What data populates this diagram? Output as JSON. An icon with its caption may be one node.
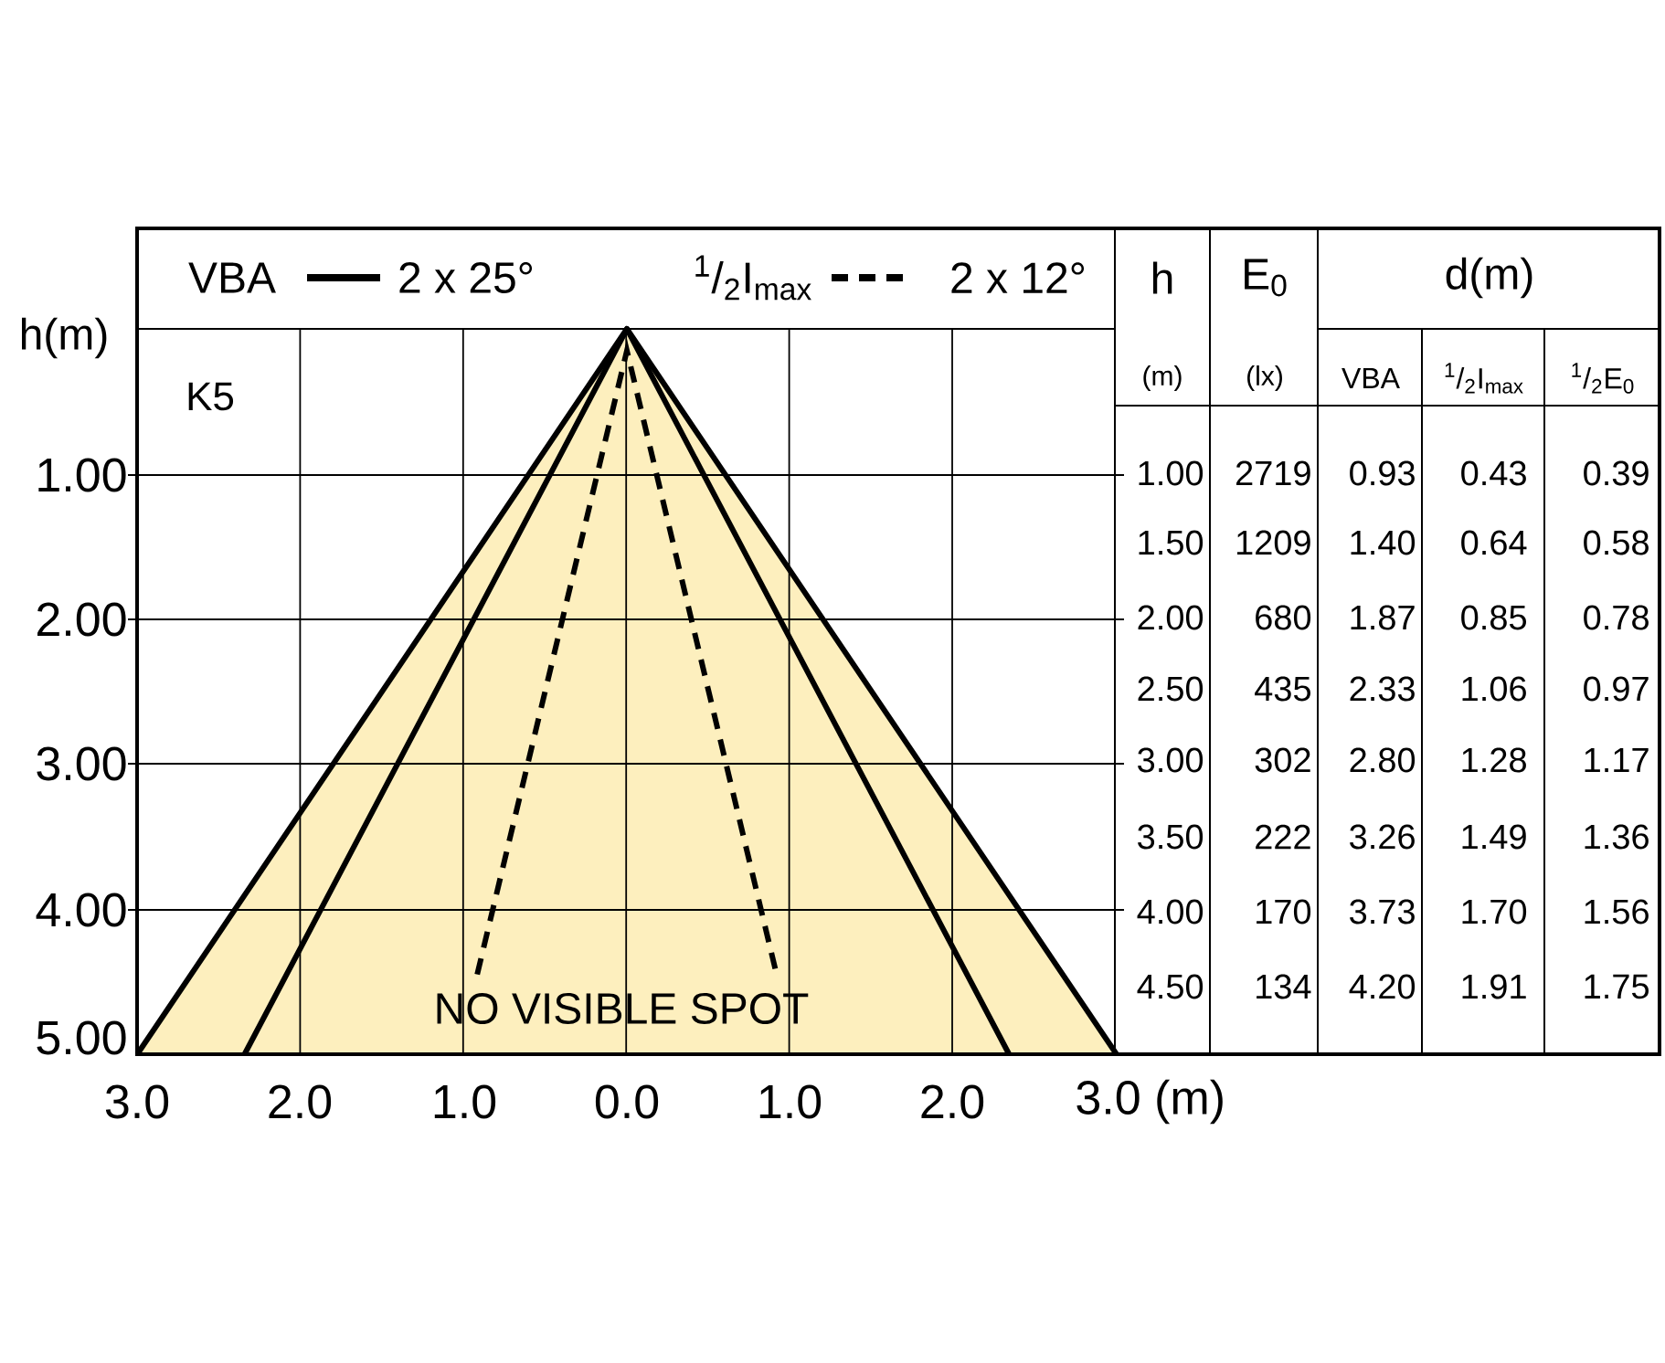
{
  "diagram": {
    "labels": [
      "2 x 25°",
      "2 x 12°",
      "h(m)",
      "K5",
      "1.00",
      "2.00",
      "3.00",
      "4.00",
      "5.00",
      "3.0",
      "2.0",
      "1.0",
      "0.0",
      "1.0",
      "2.0",
      "3.0 (m)",
      "NO VISIBLE SPOT",
      "h",
      "E$_{0}$",
      "d(m)",
      "(m)",
      "(lx)",
      "VBA",
      "$^{1}$/$_{2}$I$_{max}$",
      "$^{1}$/$_{2}$E$_{0}$",
      "1.00",
      "2719",
      "0.93",
      "0.43",
      "0.39",
      "1.50",
      "1209",
      "1.40",
      "0.64",
      "0.58",
      "2.00",
      "680",
      "1.87",
      "0.85",
      "0.78",
      "2.50",
      "435",
      "2.33",
      "1.06",
      "0.97",
      "3.00",
      "302",
      "2.80",
      "1.28",
      "1.17",
      "3.50",
      "222",
      "3.26",
      "1.49",
      "1.36",
      "4.00",
      "170",
      "3.73",
      "1.70",
      "1.56",
      "4.50",
      "134",
      "4.20",
      "1.91",
      "1.75"
    ],
    "legend": [
      {
        "text": "VBA"
      },
      {
        "text": "$^{1}$/$_{2}$I$_{max}$"
      }
    ]
  }
}
